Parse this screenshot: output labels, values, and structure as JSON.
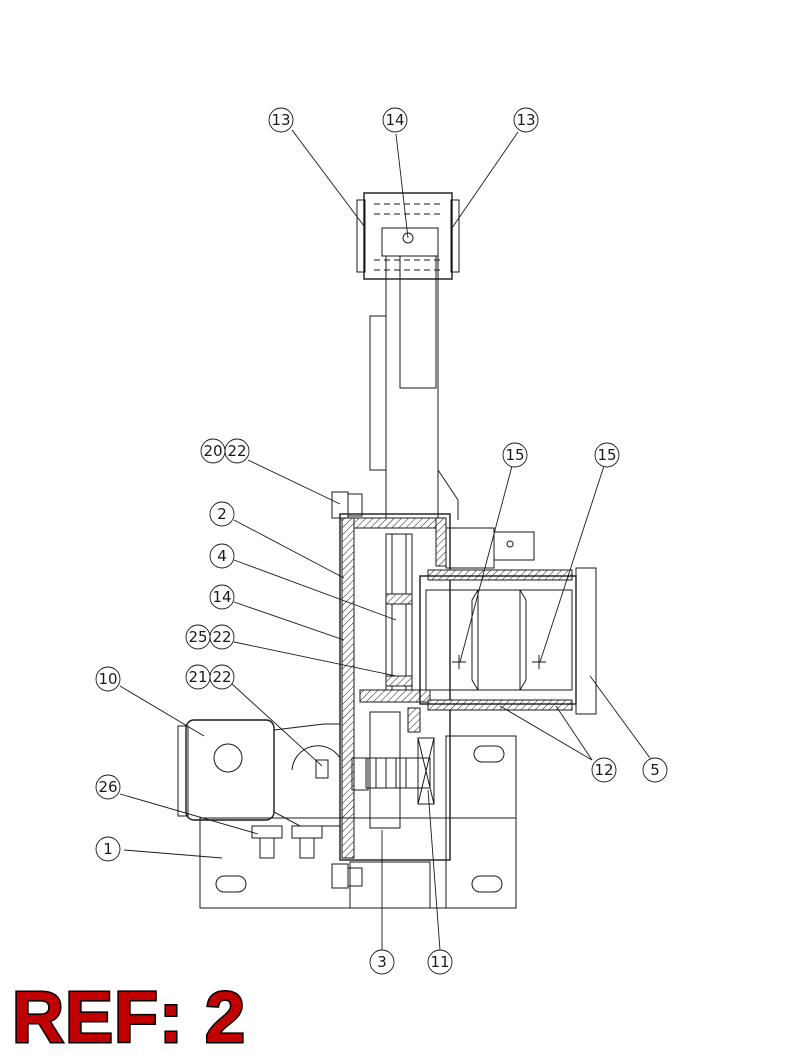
{
  "balloons": [
    {
      "id": "b13a",
      "label": "13"
    },
    {
      "id": "b14a",
      "label": "14"
    },
    {
      "id": "b13b",
      "label": "13"
    },
    {
      "id": "b20",
      "label": "20"
    },
    {
      "id": "b22a",
      "label": "22"
    },
    {
      "id": "b2",
      "label": "2"
    },
    {
      "id": "b4",
      "label": "4"
    },
    {
      "id": "b14b",
      "label": "14"
    },
    {
      "id": "b25",
      "label": "25"
    },
    {
      "id": "b22b",
      "label": "22"
    },
    {
      "id": "b10",
      "label": "10"
    },
    {
      "id": "b21",
      "label": "21"
    },
    {
      "id": "b22c",
      "label": "22"
    },
    {
      "id": "b26",
      "label": "26"
    },
    {
      "id": "b1",
      "label": "1"
    },
    {
      "id": "b15a",
      "label": "15"
    },
    {
      "id": "b15b",
      "label": "15"
    },
    {
      "id": "b12",
      "label": "12"
    },
    {
      "id": "b5",
      "label": "5"
    },
    {
      "id": "b3",
      "label": "3"
    },
    {
      "id": "b11",
      "label": "11"
    }
  ],
  "ref_label": "REF: 2",
  "colors": {
    "line": "#1a1a1a",
    "ref_text": "#c00000",
    "ref_outline": "#000000"
  }
}
